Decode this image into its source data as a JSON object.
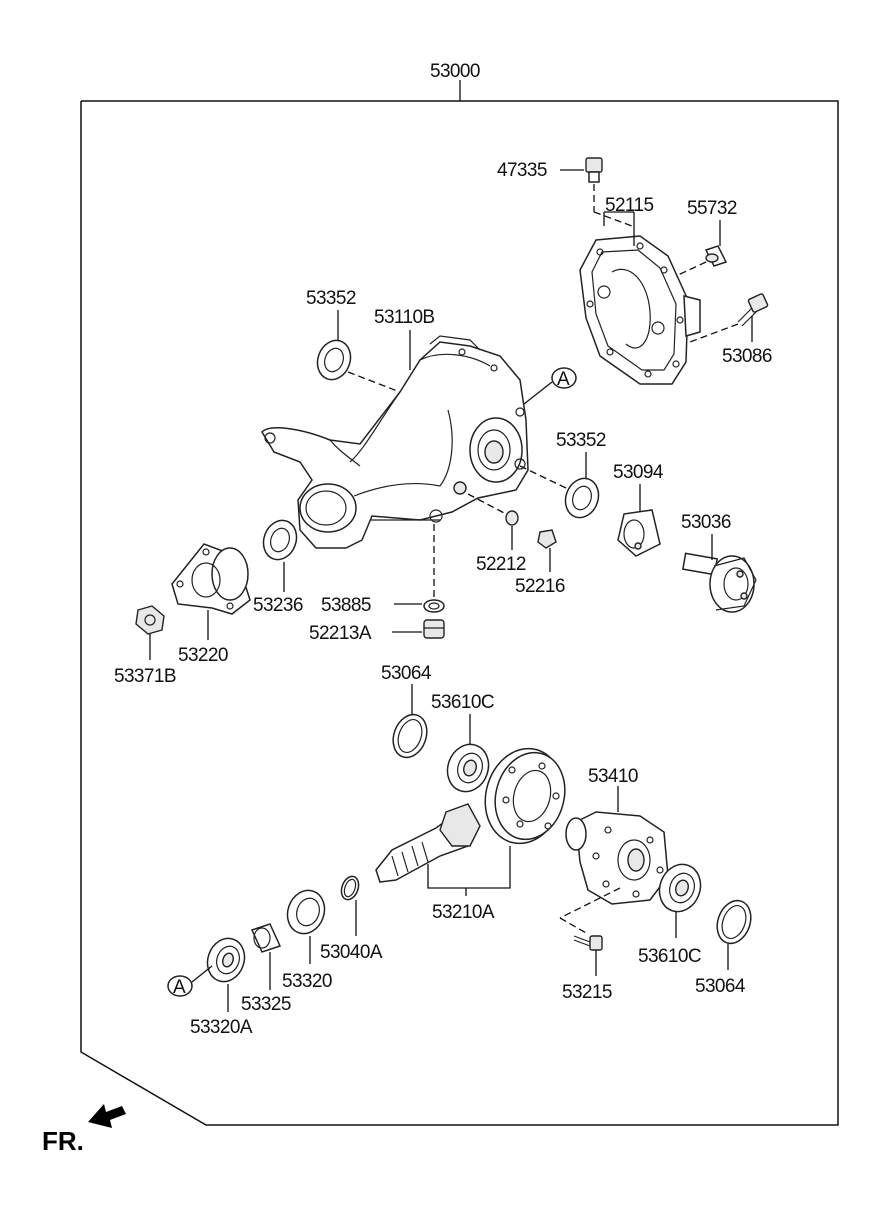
{
  "assembly": {
    "number": "53000"
  },
  "parts": {
    "p47335": "47335",
    "p52115": "52115",
    "p55732": "55732",
    "p53086": "53086",
    "p53352_top": "53352",
    "p53110B": "53110B",
    "p53352_right": "53352",
    "p53094": "53094",
    "p53036": "53036",
    "p52212": "52212",
    "p52216": "52216",
    "p53236": "53236",
    "p53885": "53885",
    "p52213A": "52213A",
    "p53220": "53220",
    "p53371B": "53371B",
    "p53064_top": "53064",
    "p53610C_top": "53610C",
    "p53410": "53410",
    "p53210A": "53210A",
    "p53040A": "53040A",
    "p53320": "53320",
    "p53325": "53325",
    "p53320A": "53320A",
    "p53215": "53215",
    "p53610C_bottom": "53610C",
    "p53064_bottom": "53064"
  },
  "refs": {
    "a_top": "A",
    "a_bottom": "A"
  },
  "direction": {
    "label": "FR."
  }
}
